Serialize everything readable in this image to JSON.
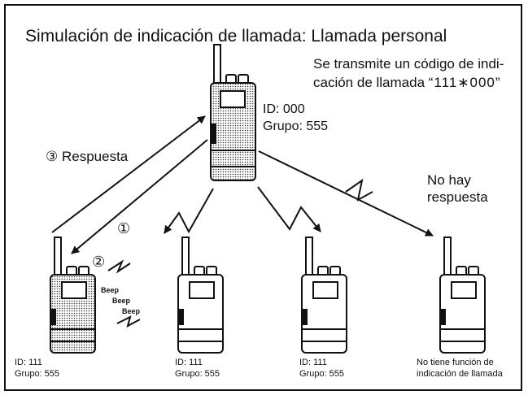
{
  "title": "Simulación de indicación de llamada: Llamada personal",
  "transmit_note": {
    "line1": "Se transmite un código de indi-",
    "line2_prefix": "cación de llamada ",
    "code": "“111∗000”"
  },
  "calling_radio": {
    "id": "ID: 000",
    "group": "Grupo: 555"
  },
  "response_marker": "③",
  "response_label": "Respuesta",
  "no_response": {
    "line1": "No hay",
    "line2": "respuesta"
  },
  "step_markers": {
    "one": "①",
    "two": "②"
  },
  "beeps": [
    "Beep",
    "Beep",
    "Beep"
  ],
  "receivers": [
    {
      "line1": "ID: 111",
      "line2": "Grupo: 555",
      "lit": true
    },
    {
      "line1": "ID: 111",
      "line2": "Grupo: 555",
      "lit": false
    },
    {
      "line1": "ID: 111",
      "line2": "Grupo: 555",
      "lit": false
    },
    {
      "line1": "No tiene función de",
      "line2": "indicación de llamada",
      "lit": false
    }
  ]
}
